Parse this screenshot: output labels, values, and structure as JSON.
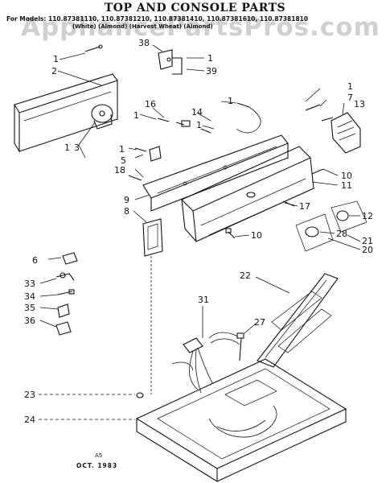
{
  "diagram": {
    "title": "TOP AND CONSOLE PARTS",
    "models_line": "For Models: 110.87381110, 110.87381210, 110.87381410, 110.87381610, 110.87381810",
    "sub_line": "(White)        (Almond)        (Harvest Wheat)        (Almond)",
    "watermark": "AppliancePartsPros.com",
    "footer_code": "A5",
    "footer_date": "OCT. 1983"
  },
  "callouts": [
    {
      "id": "c1a",
      "text": "1"
    },
    {
      "id": "c2",
      "text": "2"
    },
    {
      "id": "c38",
      "text": "38"
    },
    {
      "id": "c1b",
      "text": "1"
    },
    {
      "id": "c39",
      "text": "39"
    },
    {
      "id": "c1c",
      "text": "1"
    },
    {
      "id": "c7",
      "text": "7"
    },
    {
      "id": "c13",
      "text": "13"
    },
    {
      "id": "c16",
      "text": "16"
    },
    {
      "id": "c14",
      "text": "14"
    },
    {
      "id": "c1d",
      "text": "1"
    },
    {
      "id": "c1e",
      "text": "1"
    },
    {
      "id": "c1f",
      "text": "1"
    },
    {
      "id": "c1g",
      "text": "1"
    },
    {
      "id": "c3",
      "text": "3"
    },
    {
      "id": "c1h",
      "text": "1"
    },
    {
      "id": "c5",
      "text": "5"
    },
    {
      "id": "c18",
      "text": "18"
    },
    {
      "id": "c10a",
      "text": "10"
    },
    {
      "id": "c11",
      "text": "11"
    },
    {
      "id": "c9",
      "text": "9"
    },
    {
      "id": "c8",
      "text": "8"
    },
    {
      "id": "c17",
      "text": "17"
    },
    {
      "id": "c12",
      "text": "12"
    },
    {
      "id": "c10b",
      "text": "10"
    },
    {
      "id": "c28",
      "text": "28"
    },
    {
      "id": "c21",
      "text": "21"
    },
    {
      "id": "c20",
      "text": "20"
    },
    {
      "id": "c6",
      "text": "6"
    },
    {
      "id": "c33",
      "text": "33"
    },
    {
      "id": "c34",
      "text": "34"
    },
    {
      "id": "c35",
      "text": "35"
    },
    {
      "id": "c36",
      "text": "36"
    },
    {
      "id": "c22",
      "text": "22"
    },
    {
      "id": "c31",
      "text": "31"
    },
    {
      "id": "c27",
      "text": "27"
    },
    {
      "id": "c23",
      "text": "23"
    },
    {
      "id": "c24",
      "text": "24"
    }
  ]
}
